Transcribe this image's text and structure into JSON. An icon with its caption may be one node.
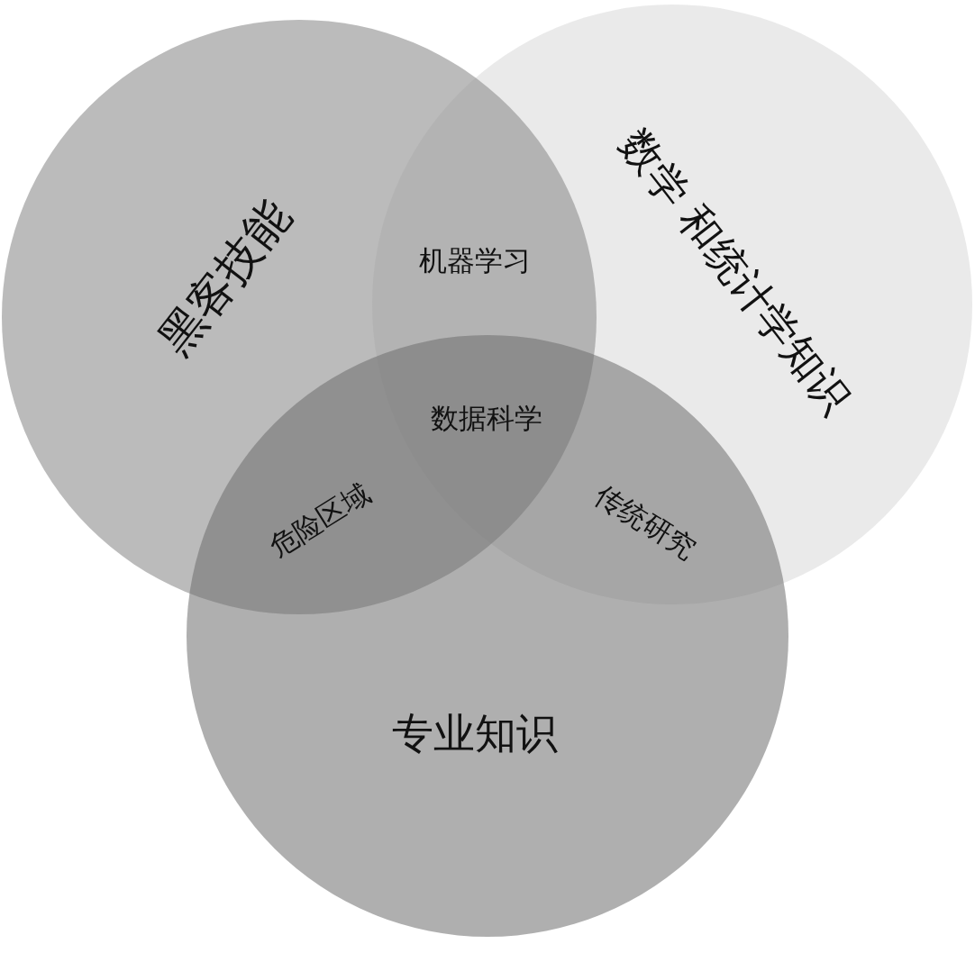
{
  "diagram": {
    "nodes": [
      {
        "text": [
          "黑客技能"
        ]
      },
      {
        "text": [
          "数学 和统计学知识"
        ]
      },
      {
        "text": [
          "专业知识"
        ]
      }
    ],
    "labels": [
      "机器学习",
      "数据科学",
      "危险区域",
      "传统研究"
    ]
  }
}
